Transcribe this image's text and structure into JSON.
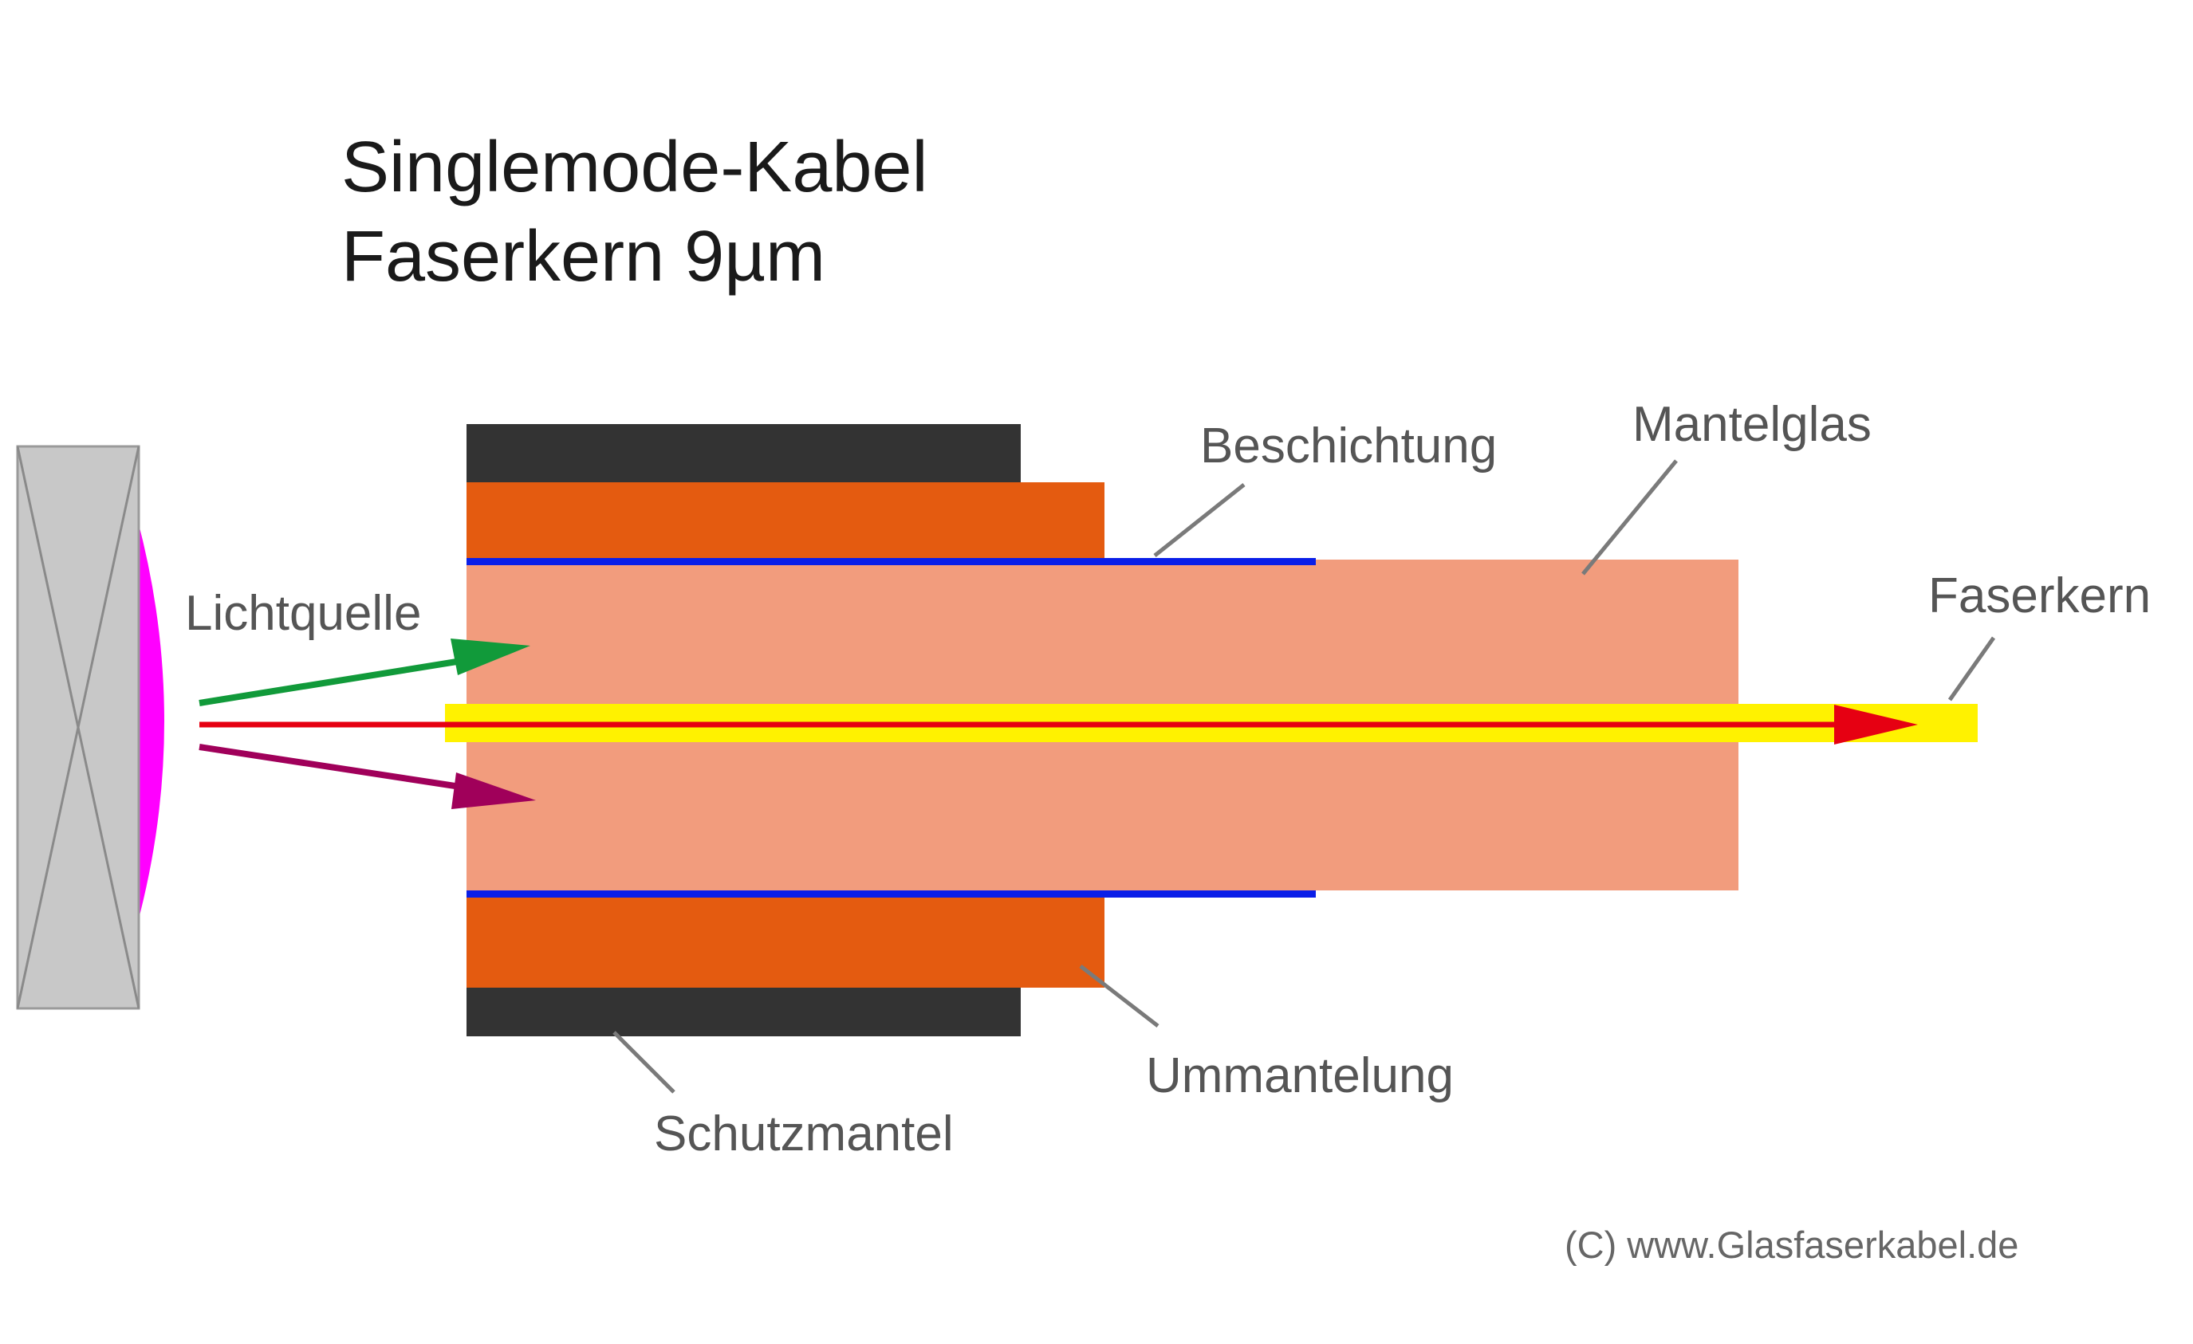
{
  "title": {
    "line1": "Singlemode-Kabel",
    "line2": "Faserkern 9µm"
  },
  "labels": {
    "lichtquelle": "Lichtquelle",
    "beschichtung": "Beschichtung",
    "mantelglas": "Mantelglas",
    "faserkern": "Faserkern",
    "ummantelung": "Ummantelung",
    "schutzmantel": "Schutzmantel"
  },
  "copyright": "(C) www.Glasfaserkabel.de",
  "colors": {
    "schutzmantel": "#333333",
    "ummantelung": "#e45b10",
    "mantelglas": "#f29c7d",
    "beschichtung": "#0a1ee8",
    "faserkern": "#fff200",
    "light_source_body": "#c8c8c8",
    "light_source_lens": "#ff00ff",
    "ray_center": "#e60012",
    "ray_upper": "#119a3a",
    "ray_lower": "#a0005a",
    "leader_line": "#7a7a7a"
  }
}
